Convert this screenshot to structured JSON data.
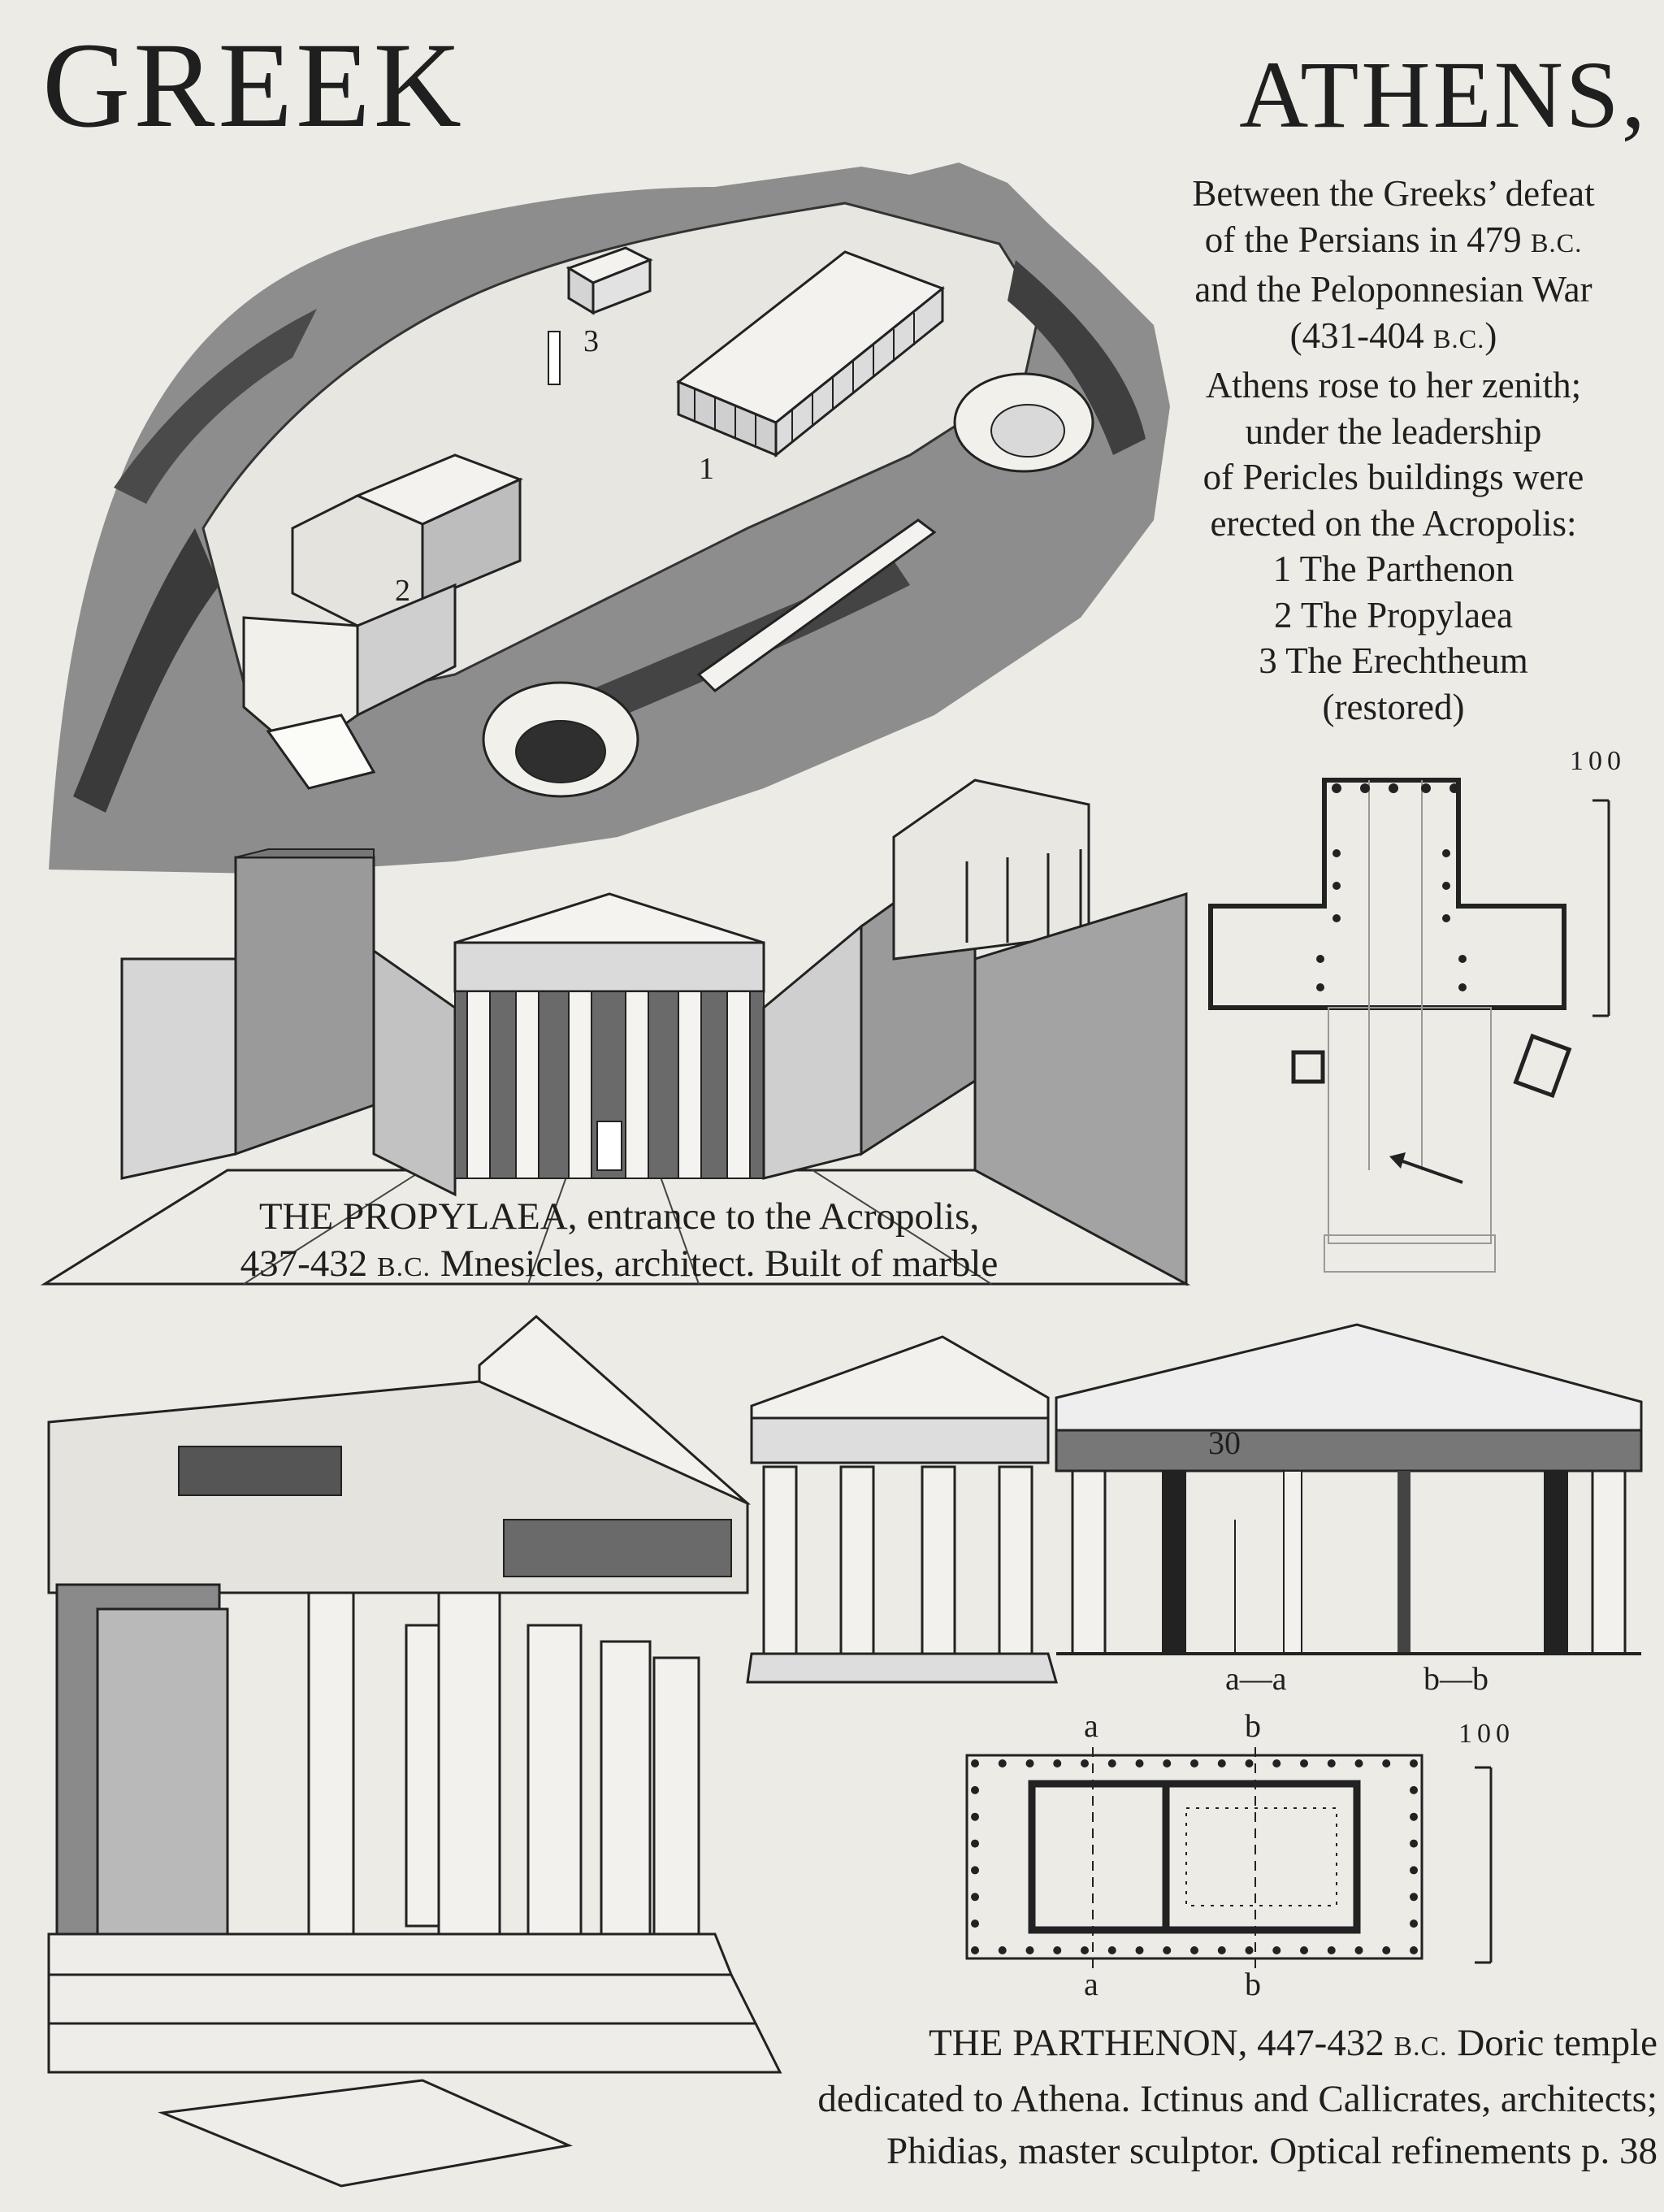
{
  "header": {
    "title_left": "GREEK",
    "title_right": "ATHENS,"
  },
  "intro": {
    "l1": "Between the Greeks’ defeat",
    "l2a": "of the Persians in 479 ",
    "l2b": "B.C.",
    "l3": "and the Peloponnesian War",
    "l4a": "(431-404 ",
    "l4b": "B.C.",
    "l4c": ")",
    "l5": "Athens rose to her zenith;",
    "l6": "under the leadership",
    "l7": "of Pericles buildings were",
    "l8": "erected on the Acropolis:",
    "l9": "1 The Parthenon",
    "l10": "2 The Propylaea",
    "l11": "3 The Erechtheum",
    "l12": "(restored)"
  },
  "acropolis_labels": {
    "n1": "1",
    "n2": "2",
    "n3": "3"
  },
  "propylaea": {
    "caption_a": "THE PROPYLAEA, entrance to the Acropolis,",
    "caption_b1": "437-432 ",
    "caption_b2": "B.C.",
    "caption_b3": "  Mnesicles, architect.  Built of marble",
    "scale_label": "100"
  },
  "parthenon": {
    "section_label_30": "30",
    "section_aa": "a—a",
    "section_bb": "b—b",
    "plan_a_top": "a",
    "plan_b_top": "b",
    "plan_a_bot": "a",
    "plan_b_bot": "b",
    "scale_label": "100",
    "caption_l1a": "THE PARTHENON, 447-432 ",
    "caption_l1b": "B.C.",
    "caption_l1c": " Doric temple",
    "caption_l2": "dedicated to Athena.  Ictinus and Callicrates, architects;",
    "caption_l3": "Phidias,  master sculptor.  Optical refinements p. 38"
  },
  "colors": {
    "paper": "#ecebe6",
    "ink": "#1f1f1f",
    "wash": "#7d7d7d",
    "light_wash": "#bdbdbd"
  }
}
